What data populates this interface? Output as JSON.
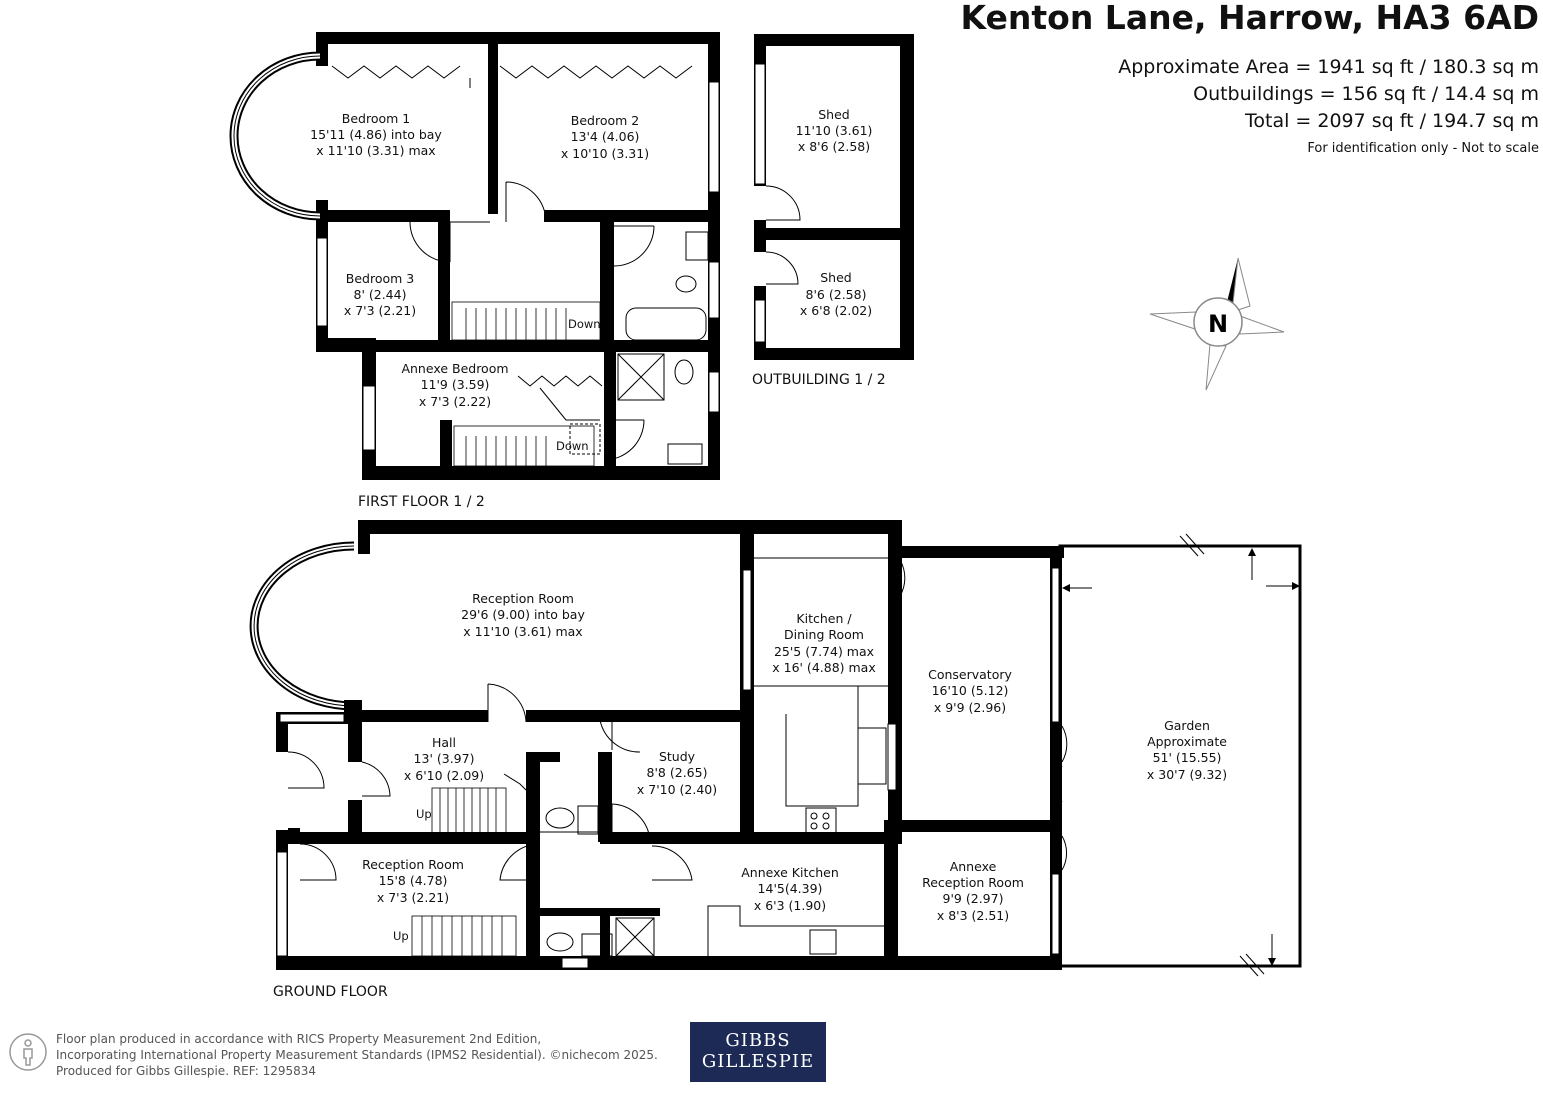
{
  "header": {
    "title": "Kenton Lane, Harrow, HA3 6AD",
    "area_lines": [
      "Approximate Area = 1941 sq ft / 180.3 sq m",
      "Outbuildings = 156 sq ft / 14.4 sq m",
      "Total = 2097 sq ft / 194.7 sq m"
    ],
    "identification": "For identification only - Not to scale"
  },
  "floors": {
    "first": "FIRST FLOOR 1 / 2",
    "outbuilding": "OUTBUILDING 1 / 2",
    "ground": "GROUND FLOOR"
  },
  "rooms": {
    "bedroom1": [
      "Bedroom 1",
      "15'11 (4.86) into bay",
      "x 11'10 (3.31) max"
    ],
    "bedroom2": [
      "Bedroom 2",
      "13'4 (4.06)",
      "x 10'10 (3.31)"
    ],
    "bedroom3": [
      "Bedroom 3",
      "8' (2.44)",
      "x 7'3 (2.21)"
    ],
    "annexe_bedroom": [
      "Annexe Bedroom",
      "11'9 (3.59)",
      "x 7'3 (2.22)"
    ],
    "shed1": [
      "Shed",
      "11'10 (3.61)",
      "x 8'6 (2.58)"
    ],
    "shed2": [
      "Shed",
      "8'6 (2.58)",
      "x 6'8 (2.02)"
    ],
    "reception1": [
      "Reception Room",
      "29'6 (9.00) into bay",
      "x 11'10 (3.61) max"
    ],
    "kitchen_dining": [
      "Kitchen /",
      "Dining Room",
      "25'5 (7.74) max",
      "x 16' (4.88) max"
    ],
    "conservatory": [
      "Conservatory",
      "16'10 (5.12)",
      "x 9'9 (2.96)"
    ],
    "garden": [
      "Garden",
      "Approximate",
      "51' (15.55)",
      "x 30'7 (9.32)"
    ],
    "hall": [
      "Hall",
      "13' (3.97)",
      "x 6'10 (2.09)"
    ],
    "study": [
      "Study",
      "8'8 (2.65)",
      "x 7'10 (2.40)"
    ],
    "reception2": [
      "Reception Room",
      "15'8 (4.78)",
      "x 7'3 (2.21)"
    ],
    "annexe_kitchen": [
      "Annexe Kitchen",
      "14'5(4.39)",
      "x 6'3 (1.90)"
    ],
    "annexe_reception": [
      "Annexe",
      "Reception Room",
      "9'9 (2.97)",
      "x 8'3 (2.51)"
    ]
  },
  "stair_labels": {
    "down1": "Down",
    "down2": "Down",
    "up1": "Up",
    "up2": "Up"
  },
  "compass": {
    "label": "N"
  },
  "footer": {
    "lines": [
      "Floor plan produced in accordance with RICS Property Measurement 2nd Edition,",
      "Incorporating International Property Measurement Standards (IPMS2 Residential).   ©nichecom 2025.",
      "Produced for Gibbs Gillespie.   REF:  1295834"
    ],
    "logo_lines": [
      "GIBBS",
      "GILLESPIE"
    ],
    "icon": "person-icon"
  },
  "colors": {
    "logo_bg": "#1c2a55",
    "wall": "#000000"
  }
}
